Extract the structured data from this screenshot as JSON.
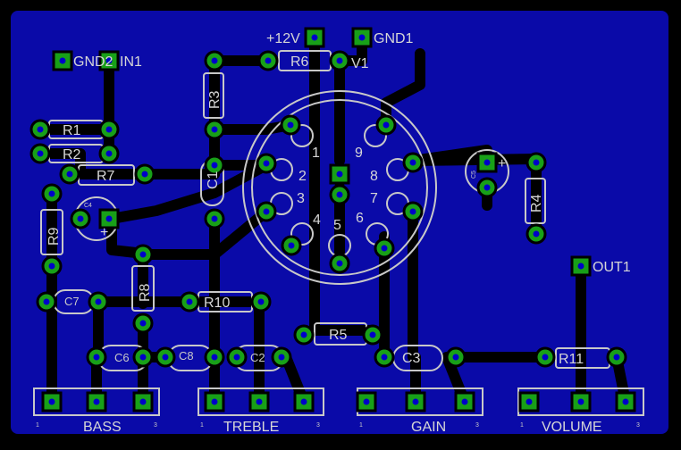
{
  "labels": {
    "gnd2": "GND2",
    "in1": "IN1",
    "plus12v": "+12V",
    "gnd1": "GND1",
    "r6": "R6",
    "v1": "V1",
    "r3": "R3",
    "r1": "R1",
    "r2": "R2",
    "r7": "R7",
    "c1": "C1",
    "c4": "C4",
    "c5": "C5",
    "r4": "R4",
    "r9": "R9",
    "r8": "R8",
    "c7": "C7",
    "r10": "R10",
    "r5": "R5",
    "c6": "C6",
    "c8": "C8",
    "c2": "C2",
    "c3": "C3",
    "r11": "R11",
    "out1": "OUT1",
    "bass": "BASS",
    "treble": "TREBLE",
    "gain": "GAIN",
    "volume": "VOLUME",
    "pin1": "1",
    "pin2": "2",
    "pin3": "3",
    "pin4": "4",
    "pin5": "5",
    "pin6": "6",
    "pin7": "7",
    "pin8": "8",
    "pin9": "9",
    "pot_pin1": "1",
    "pot_pin3": "3",
    "plus": "+"
  },
  "colors": {
    "background": "#000000",
    "board": "#0a0aa8",
    "copper": "#000000",
    "pad": "#18a018",
    "drill": "#0000c8",
    "silkscreen": "#c8c8c8"
  }
}
